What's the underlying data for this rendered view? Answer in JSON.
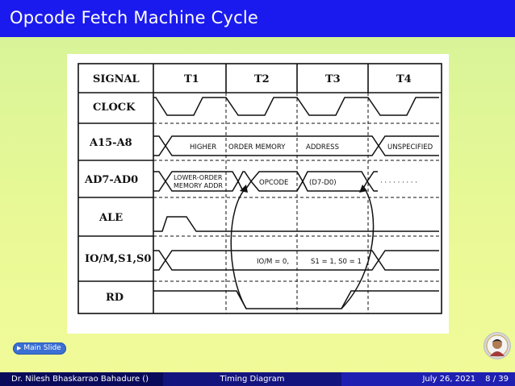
{
  "header": {
    "title": "Opcode Fetch Machine Cycle"
  },
  "figure": {
    "column_headers": {
      "signal": "SIGNAL",
      "t1": "T1",
      "t2": "T2",
      "t3": "T3",
      "t4": "T4"
    },
    "rows": {
      "clock": "CLOCK",
      "address_high": "A15-A8",
      "address_data": "AD7-AD0",
      "ale": "ALE",
      "io_status": "IO/M,S1,S0",
      "rd": "RD"
    },
    "labels": {
      "higher": "HIGHER",
      "order_memory": "ORDER MEMORY",
      "address": "ADDRESS",
      "unspecified": "UNSPECIFIED",
      "lower_order": "LOWER-ORDER",
      "memory_addr": "MEMORY ADDR",
      "opcode": "OPCODE",
      "d7_d0": "(D7-D0)",
      "dots": "· · · · · · · · ·",
      "io_m_eq": "IO/M = 0,",
      "s_eq": "S1 = 1, S0 = 1"
    }
  },
  "nav": {
    "main_slide": "Main Slide"
  },
  "footer": {
    "author": "Dr. Nilesh Bhaskarrao Bahadure ()",
    "topic": "Timing Diagram",
    "date": "July 26, 2021",
    "page": "8 / 39"
  }
}
